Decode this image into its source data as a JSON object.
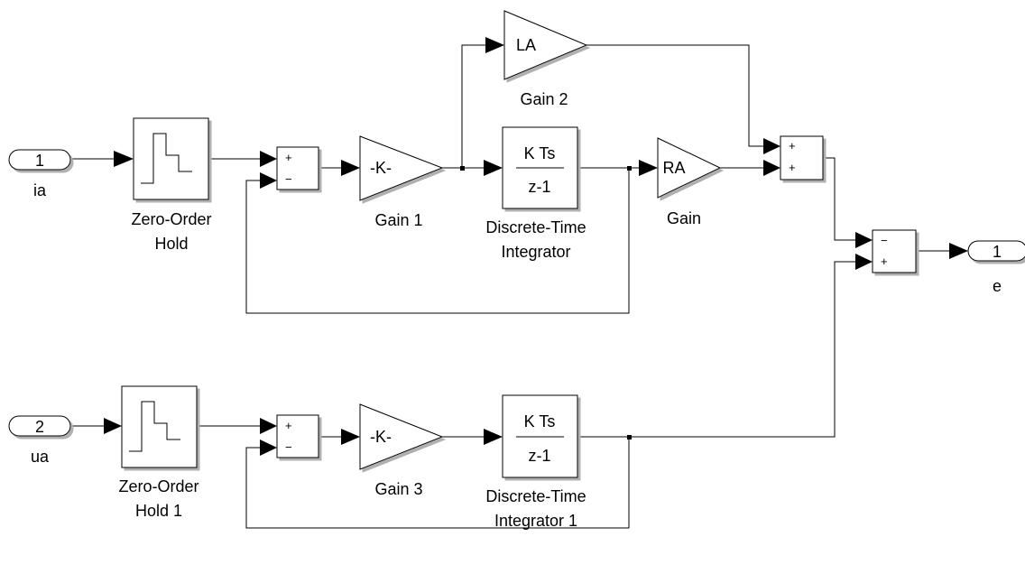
{
  "inports": [
    {
      "number": "1",
      "name": "ia"
    },
    {
      "number": "2",
      "name": "ua"
    }
  ],
  "outports": [
    {
      "number": "1",
      "name": "e"
    }
  ],
  "blocks": {
    "zoh1": {
      "label_line1": "Zero-Order",
      "label_line2": "Hold"
    },
    "zoh2": {
      "label_line1": "Zero-Order",
      "label_line2": "Hold 1"
    },
    "gain1": {
      "text": "-K-",
      "name": "Gain 1"
    },
    "gain3": {
      "text": "-K-",
      "name": "Gain 3"
    },
    "gain2": {
      "text": "LA",
      "name": "Gain 2"
    },
    "gain": {
      "text": "RA",
      "name": "Gain"
    },
    "integrator1": {
      "numerator": "K Ts",
      "denominator": "z-1",
      "label_line1": "Discrete-Time",
      "label_line2": "Integrator"
    },
    "integrator2": {
      "numerator": "K Ts",
      "denominator": "z-1",
      "label_line1": "Discrete-Time",
      "label_line2": "Integrator 1"
    }
  },
  "sums": {
    "sum1": {
      "top": "+",
      "bottom": "−"
    },
    "sum2": {
      "top": "+",
      "bottom": "−"
    },
    "sum3": {
      "top": "+",
      "bottom": "+"
    },
    "sum4": {
      "top": "−",
      "bottom": "+"
    }
  }
}
